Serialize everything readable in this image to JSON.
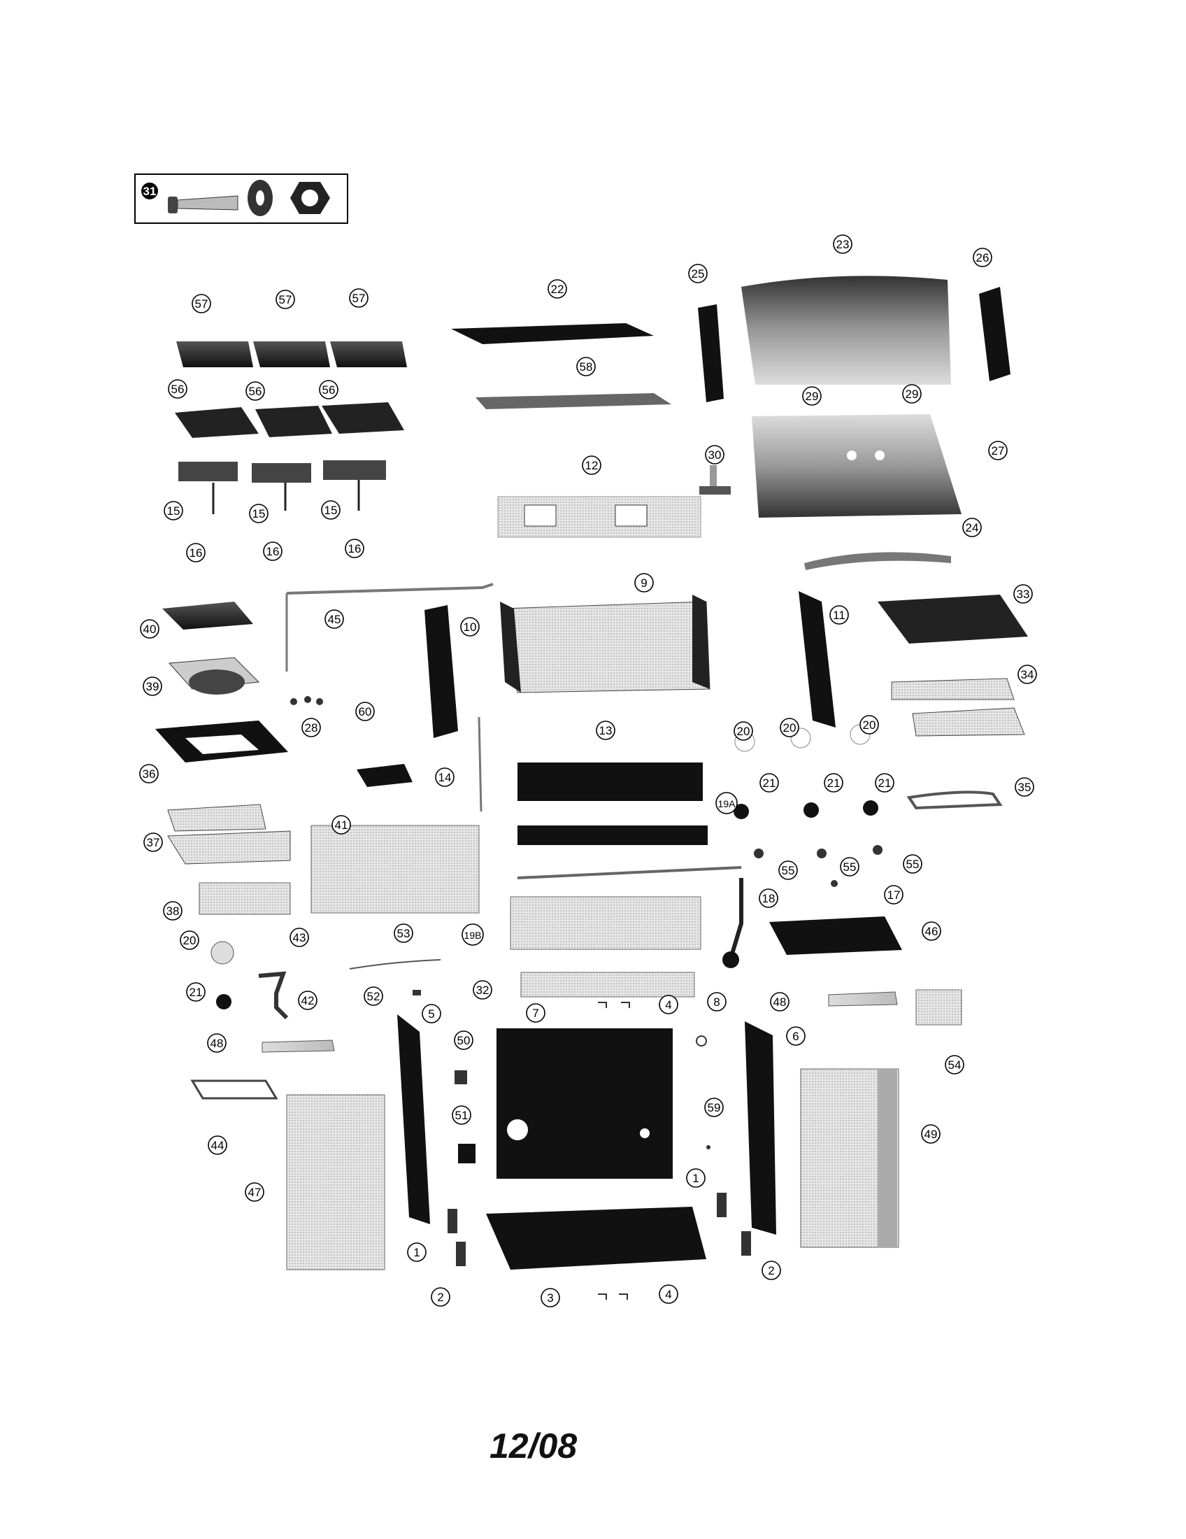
{
  "diagram": {
    "inset_callout": "31",
    "footer_date": "12/08",
    "callouts": [
      {
        "id": "c1",
        "label": "57"
      },
      {
        "id": "c2",
        "label": "57"
      },
      {
        "id": "c3",
        "label": "57"
      },
      {
        "id": "c4",
        "label": "56"
      },
      {
        "id": "c5",
        "label": "56"
      },
      {
        "id": "c6",
        "label": "56"
      },
      {
        "id": "c7",
        "label": "15"
      },
      {
        "id": "c8",
        "label": "15"
      },
      {
        "id": "c9",
        "label": "15"
      },
      {
        "id": "c10",
        "label": "16"
      },
      {
        "id": "c11",
        "label": "16"
      },
      {
        "id": "c12",
        "label": "16"
      },
      {
        "id": "c13",
        "label": "22"
      },
      {
        "id": "c14",
        "label": "58"
      },
      {
        "id": "c15",
        "label": "12"
      },
      {
        "id": "c16",
        "label": "30"
      },
      {
        "id": "c17",
        "label": "23"
      },
      {
        "id": "c18",
        "label": "25"
      },
      {
        "id": "c19",
        "label": "26"
      },
      {
        "id": "c20",
        "label": "29"
      },
      {
        "id": "c21",
        "label": "29"
      },
      {
        "id": "c22",
        "label": "27"
      },
      {
        "id": "c23",
        "label": "24"
      },
      {
        "id": "c24",
        "label": "40"
      },
      {
        "id": "c25",
        "label": "45"
      },
      {
        "id": "c26",
        "label": "10"
      },
      {
        "id": "c27",
        "label": "9"
      },
      {
        "id": "c28",
        "label": "11"
      },
      {
        "id": "c29",
        "label": "33"
      },
      {
        "id": "c30",
        "label": "39"
      },
      {
        "id": "c31",
        "label": "28"
      },
      {
        "id": "c32",
        "label": "60"
      },
      {
        "id": "c33",
        "label": "34"
      },
      {
        "id": "c34",
        "label": "36"
      },
      {
        "id": "c35",
        "label": "14"
      },
      {
        "id": "c36",
        "label": "13"
      },
      {
        "id": "c37",
        "label": "20"
      },
      {
        "id": "c38",
        "label": "20"
      },
      {
        "id": "c39",
        "label": "20"
      },
      {
        "id": "c40",
        "label": "21"
      },
      {
        "id": "c41",
        "label": "21"
      },
      {
        "id": "c42",
        "label": "21"
      },
      {
        "id": "c43",
        "label": "35"
      },
      {
        "id": "c44",
        "label": "41"
      },
      {
        "id": "c45",
        "label": "19A"
      },
      {
        "id": "c46",
        "label": "37"
      },
      {
        "id": "c47",
        "label": "55"
      },
      {
        "id": "c48",
        "label": "55"
      },
      {
        "id": "c49",
        "label": "55"
      },
      {
        "id": "c50",
        "label": "17"
      },
      {
        "id": "c51",
        "label": "18"
      },
      {
        "id": "c52",
        "label": "38"
      },
      {
        "id": "c53",
        "label": "20"
      },
      {
        "id": "c54",
        "label": "43"
      },
      {
        "id": "c55",
        "label": "53"
      },
      {
        "id": "c56",
        "label": "19B"
      },
      {
        "id": "c57",
        "label": "46"
      },
      {
        "id": "c58",
        "label": "42"
      },
      {
        "id": "c59",
        "label": "21"
      },
      {
        "id": "c60",
        "label": "52"
      },
      {
        "id": "c61",
        "label": "32"
      },
      {
        "id": "c62",
        "label": "4"
      },
      {
        "id": "c63",
        "label": "8"
      },
      {
        "id": "c64",
        "label": "48"
      },
      {
        "id": "c65",
        "label": "48"
      },
      {
        "id": "c66",
        "label": "5"
      },
      {
        "id": "c67",
        "label": "50"
      },
      {
        "id": "c68",
        "label": "7"
      },
      {
        "id": "c69",
        "label": "6"
      },
      {
        "id": "c70",
        "label": "54"
      },
      {
        "id": "c71",
        "label": "44"
      },
      {
        "id": "c72",
        "label": "59"
      },
      {
        "id": "c73",
        "label": "49"
      },
      {
        "id": "c74",
        "label": "51"
      },
      {
        "id": "c75",
        "label": "47"
      },
      {
        "id": "c76",
        "label": "1"
      },
      {
        "id": "c77",
        "label": "1"
      },
      {
        "id": "c78",
        "label": "2"
      },
      {
        "id": "c79",
        "label": "2"
      },
      {
        "id": "c80",
        "label": "3"
      },
      {
        "id": "c81",
        "label": "4"
      }
    ]
  }
}
